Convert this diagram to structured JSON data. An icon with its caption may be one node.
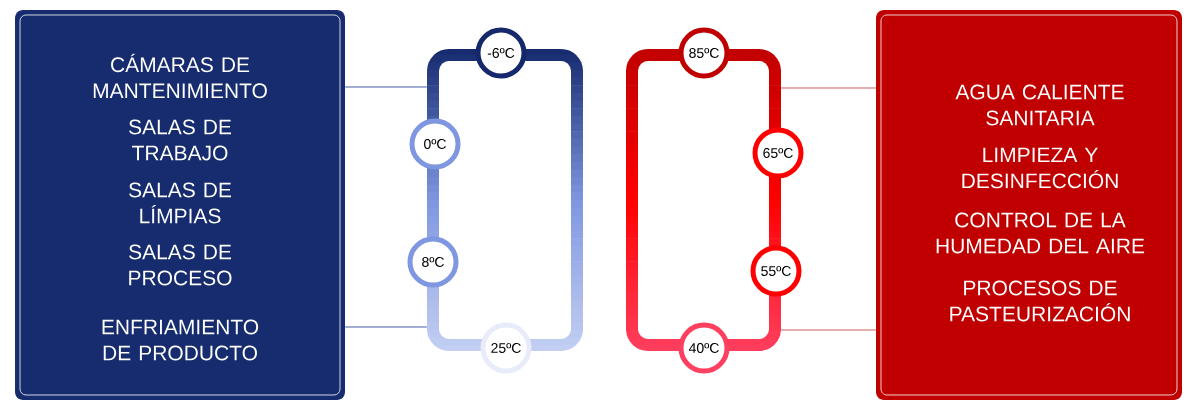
{
  "diagram": {
    "nodes": [
      {
        "text": [
          "CÁMARAS DE MANTENIMIENTO",
          "SALAS DE TRABAJO",
          "SALAS DE LÍMPIAS",
          "SALAS DE PROCESO",
          "ENFRIAMIENTO  DE PRODUCTO"
        ]
      },
      {
        "text": [],
        "shape": "box"
      },
      {
        "text": [
          "-6ºC"
        ]
      },
      {
        "text": [
          "0ºC"
        ]
      },
      {
        "text": [
          "8ºC"
        ]
      },
      {
        "text": [
          "25ºC"
        ]
      },
      {
        "text": [],
        "shape": "box"
      },
      {
        "text": [
          "85ºC"
        ]
      },
      {
        "text": [
          "65ºC"
        ]
      },
      {
        "text": [
          "55ºC"
        ]
      },
      {
        "text": [
          "40ºC"
        ]
      },
      {
        "text": [
          "AGUA CALIENTE SANITARIA",
          "LIMPIEZA Y DESINFECCIÓN",
          "CONTROL DE LA HUMEDAD DEL AIRE",
          "PROCESOS DE PASTEURIZACIÓN"
        ]
      }
    ],
    "edges": [
      {
        "from": 0,
        "to": 1,
        "arrow": "none",
        "color": "#2f4a9a"
      },
      {
        "from": 0,
        "to": 1,
        "arrow": "none",
        "color": "#2f4a9a"
      },
      {
        "from": 6,
        "to": 11,
        "arrow": "none",
        "color": "#c84848"
      },
      {
        "from": 6,
        "to": 11,
        "arrow": "none",
        "color": "#c84848"
      }
    ]
  }
}
